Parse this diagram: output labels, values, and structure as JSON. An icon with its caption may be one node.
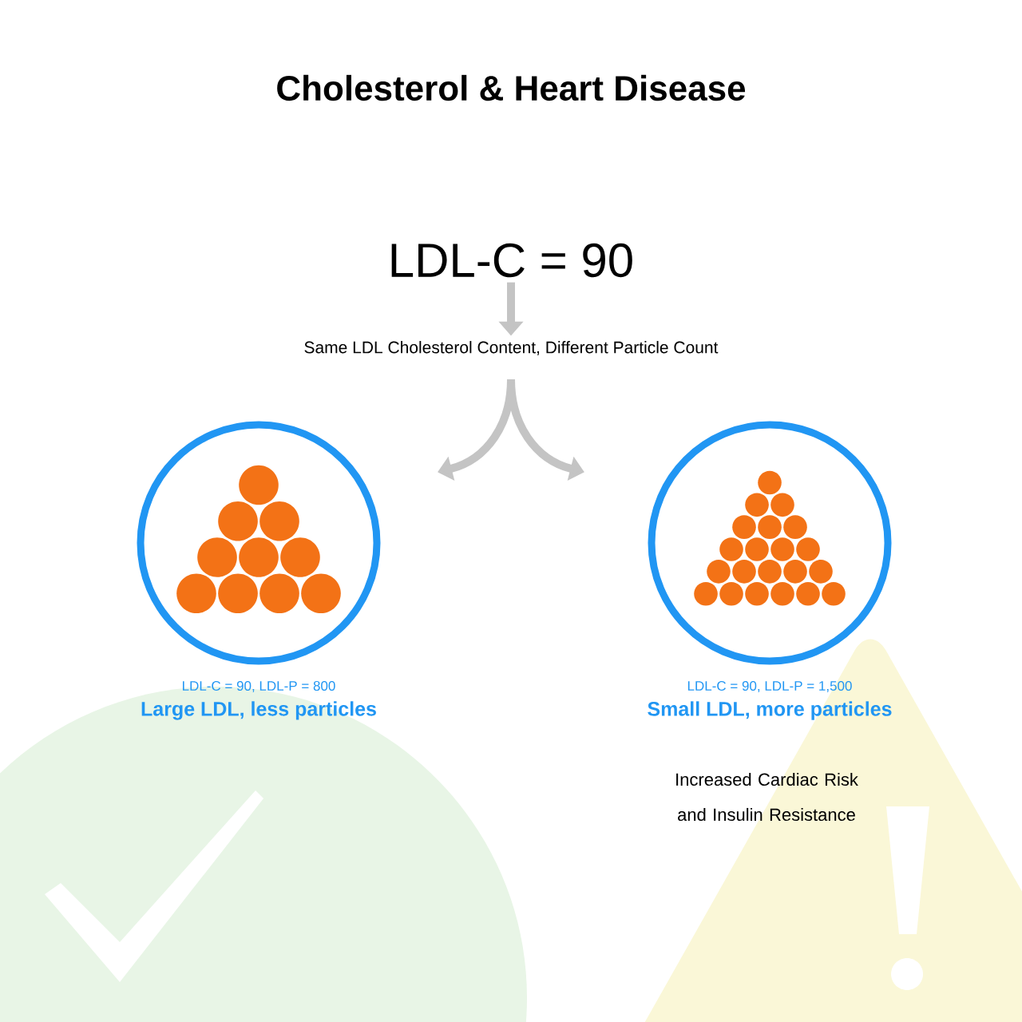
{
  "diagram": {
    "title": "Cholesterol & Heart  Disease",
    "nodes": [
      {
        "text": [
          "LDL-C = 90"
        ]
      },
      {
        "text": [
          "Same LDL Cholesterol Content, Different Particle Count"
        ]
      },
      {
        "text": [],
        "shape": "circle",
        "beside": [
          "LDL-C = 90, LDL-P = 800",
          "Large LDL, less particles"
        ]
      },
      {
        "text": [],
        "shape": "circle",
        "beside": [
          "LDL-C = 90, LDL-P = 1,500",
          "Small LDL, more particles"
        ]
      }
    ],
    "edges": [
      {
        "from": 0,
        "to": 1,
        "arrow": "to"
      },
      {
        "from": 1,
        "to": 2,
        "arrow": "to"
      },
      {
        "from": 1,
        "to": 3,
        "arrow": "to"
      }
    ],
    "labels": [
      "Increased Cardiac Risk and Insulin Resistance"
    ]
  }
}
